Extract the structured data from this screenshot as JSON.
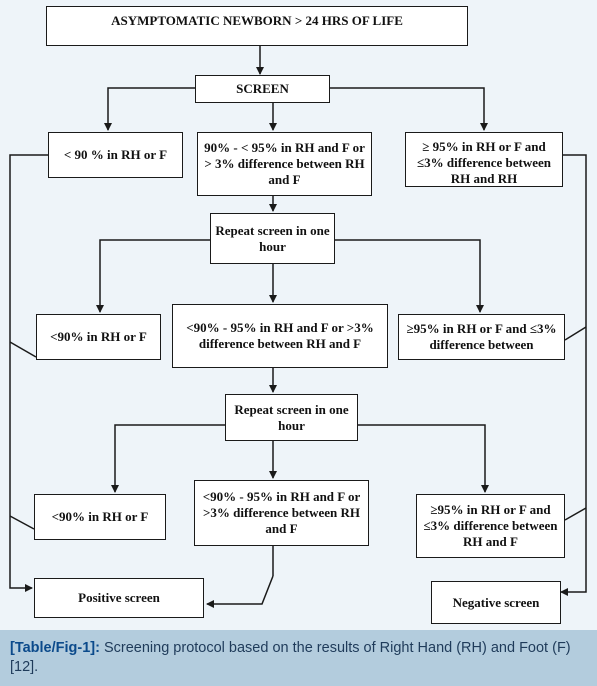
{
  "flowchart": {
    "title": "ASYMPTOMATIC NEWBORN > 24 HRS OF LIFE",
    "screen": "SCREEN",
    "first_screen": {
      "low": "< 90 % in RH or F",
      "mid": "90% - < 95% in RH and F or > 3% difference between RH and F",
      "high": "≥ 95% in RH or F and ≤3% difference between RH and RH"
    },
    "repeat_1": "Repeat screen in one hour",
    "second_screen": {
      "low": "<90% in RH or F",
      "mid": "<90% - 95% in RH and F or >3% difference between RH and F",
      "high": "≥95% in RH or F and ≤3% difference between"
    },
    "repeat_2": "Repeat screen in one hour",
    "third_screen": {
      "low": "<90% in RH or F",
      "mid": "<90% - 95% in RH and F or >3% difference between RH and F",
      "high": "≥95% in RH or F and ≤3% difference between RH and F"
    },
    "positive": "Positive screen",
    "negative": "Negative screen"
  },
  "caption": {
    "label": "[Table/Fig-1]:",
    "text": "Screening protocol based on the results of Right Hand (RH) and Foot (F) [12]."
  },
  "colors": {
    "panel_background": "#eef4f9",
    "caption_background": "#b3ccdd",
    "caption_label": "#0b4a8b",
    "caption_text": "#1f3b5a",
    "lines": "#1a1a1a"
  }
}
